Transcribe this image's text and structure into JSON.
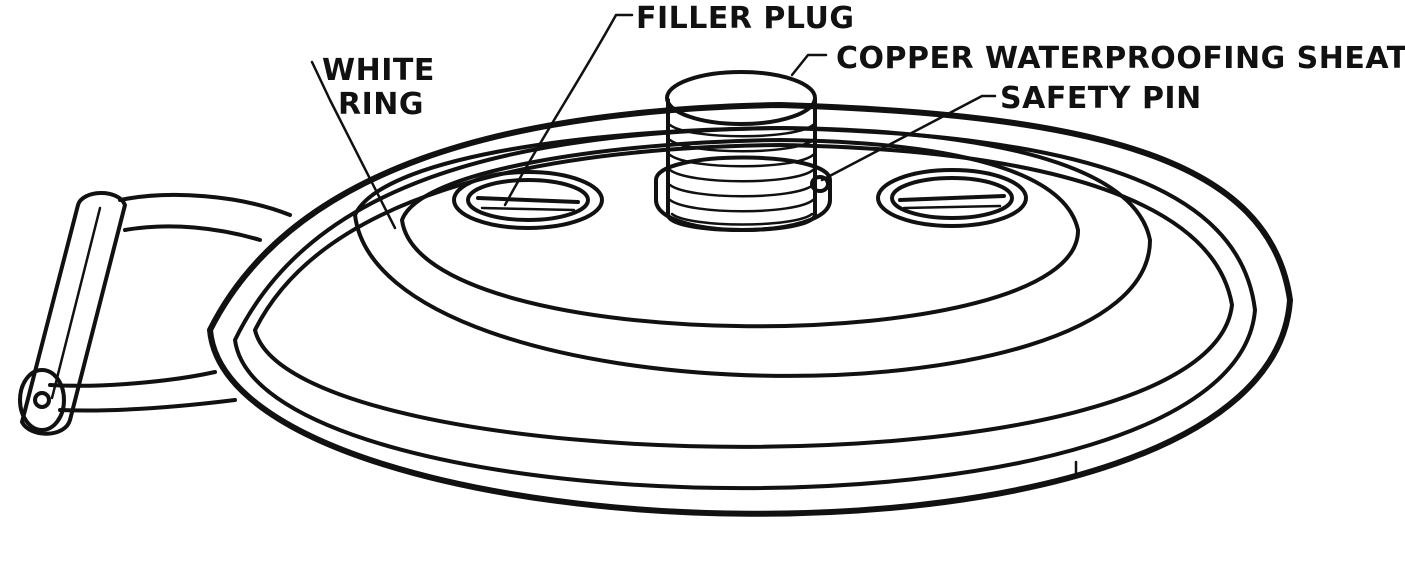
{
  "figure": {
    "labels": {
      "filler_plug": "FILLER PLUG",
      "copper_sheath": "COPPER WATERPROOFING SHEATH",
      "white_ring_line1": "WHITE",
      "white_ring_line2": "RING",
      "safety_pin": "SAFETY PIN"
    },
    "colors": {
      "ink": "#111111",
      "paper": "#ffffff"
    }
  }
}
